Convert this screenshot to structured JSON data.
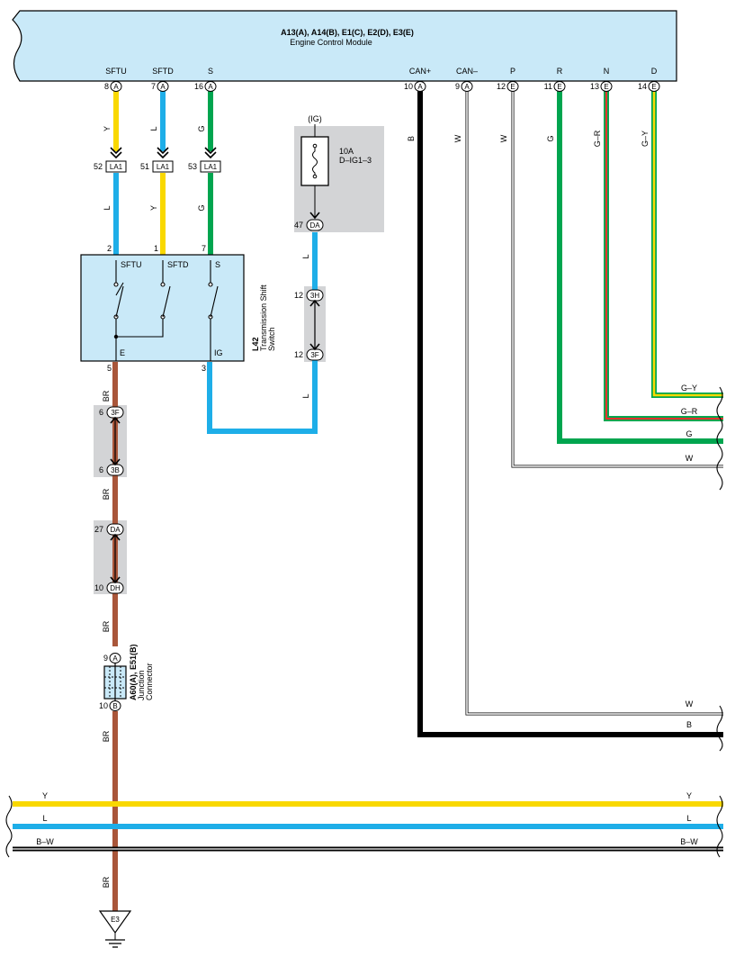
{
  "ecm": {
    "title": "A13(A), A14(B), E1(C), E2(D), E3(E)",
    "subtitle": "Engine Control Module",
    "pins": [
      {
        "label": "SFTU",
        "pin": "8",
        "conn": "A"
      },
      {
        "label": "SFTD",
        "pin": "7",
        "conn": "A"
      },
      {
        "label": "S",
        "pin": "16",
        "conn": "A"
      },
      {
        "label": "CAN+",
        "pin": "10",
        "conn": "A"
      },
      {
        "label": "CAN–",
        "pin": "9",
        "conn": "A"
      },
      {
        "label": "P",
        "pin": "12",
        "conn": "E"
      },
      {
        "label": "R",
        "pin": "11",
        "conn": "E"
      },
      {
        "label": "N",
        "pin": "13",
        "conn": "E"
      },
      {
        "label": "D",
        "pin": "14",
        "conn": "E"
      }
    ]
  },
  "wire_colors": {
    "Y": "#f9d800",
    "L": "#1eaee8",
    "G": "#00a54f",
    "BR": "#a9563a",
    "B": "#000000",
    "W": "#ffffff",
    "R": "#e8322d"
  },
  "wire_codes": {
    "y": "Y",
    "l": "L",
    "g": "G",
    "br": "BR",
    "b": "B",
    "w": "W",
    "gr": "G–R",
    "gy": "G–Y",
    "bw": "B–W"
  },
  "la1": {
    "code": "LA1",
    "pins": [
      "52",
      "51",
      "53"
    ]
  },
  "switch": {
    "id": "L42",
    "name_line1": "Transmission Shift",
    "name_line2": "Switch",
    "pins": [
      "2",
      "1",
      "7",
      "5",
      "3"
    ],
    "labels": [
      "SFTU",
      "SFTD",
      "S",
      "E",
      "IG"
    ]
  },
  "fuse": {
    "ig": "(IG)",
    "rating": "10A",
    "name": "D–IG1–3"
  },
  "connectors": {
    "da": "DA",
    "da_pin1": "47",
    "da_pin2": "27",
    "c3h": "3H",
    "c3h_pin": "12",
    "c3f": "3F",
    "c3f_pin1": "12",
    "c3f_pin2": "6",
    "c3b": "3B",
    "c3b_pin": "6",
    "dh": "DH",
    "dh_pin": "10"
  },
  "junction": {
    "id": "A60(A), E51(B)",
    "name_line1": "Junction",
    "name_line2": "Connector",
    "pin_a": "9",
    "conn_a": "A",
    "pin_b": "10",
    "conn_b": "B"
  },
  "ground": {
    "id": "E3"
  }
}
